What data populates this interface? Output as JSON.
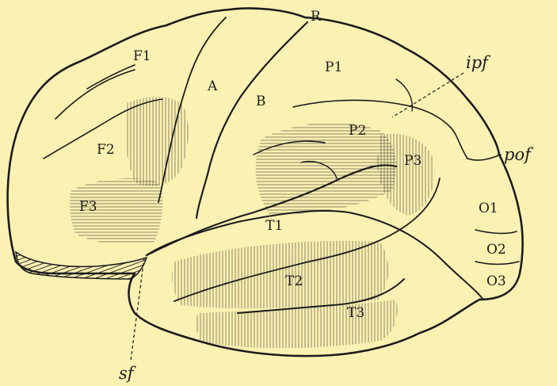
{
  "figure": {
    "background_color": "#fbf1b2",
    "ink_color": "#1b1b1b",
    "region_labels": {
      "F1": "F1",
      "F2": "F2",
      "F3": "F3",
      "A": "A",
      "B": "B",
      "R": "R",
      "P1": "P1",
      "P2": "P2",
      "P3": "P3",
      "T1": "T1",
      "T2": "T2",
      "T3": "T3",
      "O1": "O1",
      "O2": "O2",
      "O3": "O3"
    },
    "fissure_labels": {
      "ipf": "ipf",
      "pof": "pof",
      "sf": "sf"
    }
  }
}
